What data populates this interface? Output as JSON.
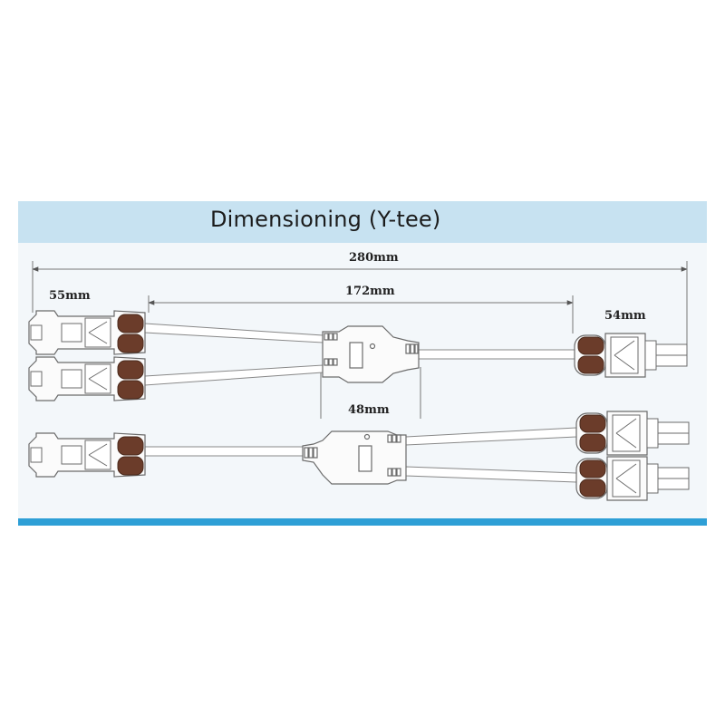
{
  "title": "Dimensioning (Y-tee)",
  "dimensions": {
    "overall": "280mm",
    "trunk": "172mm",
    "left_connector": "55mm",
    "right_connector": "54mm",
    "branch_body": "48mm"
  },
  "colors": {
    "title_band": "#c7e2f1",
    "panel": "#f3f7fa",
    "accent_bar": "#2e9fd6",
    "connector_dark": "#6b3c2a",
    "outline": "#6b6b6b"
  }
}
